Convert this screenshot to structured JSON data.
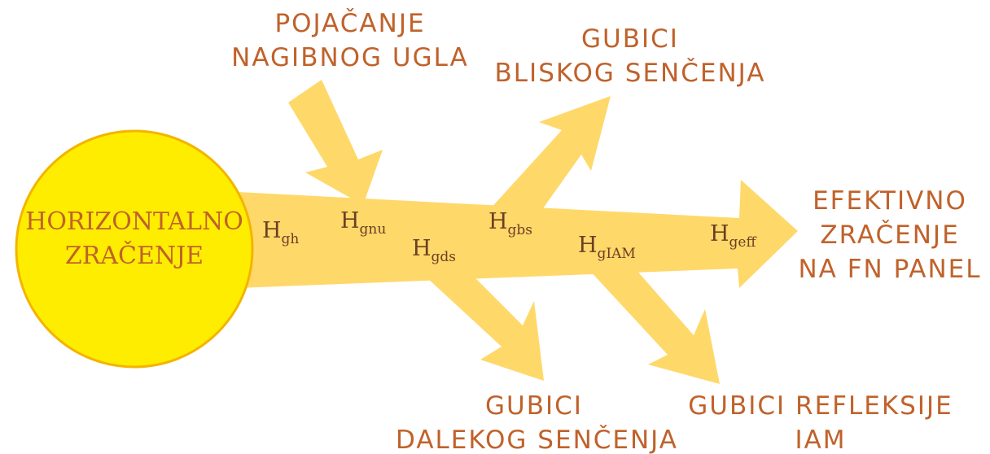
{
  "diagram": {
    "source": {
      "line1": "HORIZONTALNO",
      "line2": "ZRAČENJE"
    },
    "gain": {
      "line1": "POJAČANJE",
      "line2": "NAGIBNOG UGLA"
    },
    "near_shading": {
      "line1": "GUBICI",
      "line2": "BLISKOG SENČENJA"
    },
    "far_shading": {
      "line1": "GUBICI",
      "line2": "DALEKOG SENČENJA"
    },
    "iam": {
      "line1": "GUBICI REFLEKSIJE",
      "line2": "IAM"
    },
    "output": {
      "line1": "EFEKTIVNO",
      "line2": "ZRAČENJE",
      "line3": "NA FN PANEL"
    },
    "symbols": {
      "h": "H",
      "gh": "gh",
      "gnu": "gnu",
      "gds": "gds",
      "gbs": "gbs",
      "giam": "gIAM",
      "geff": "geff"
    }
  },
  "colors": {
    "sun_fill": "#ffed00",
    "sun_stroke": "#f4b400",
    "arrow": "#ffd86a",
    "label": "#c0622b",
    "symbol": "#6b3f24"
  }
}
